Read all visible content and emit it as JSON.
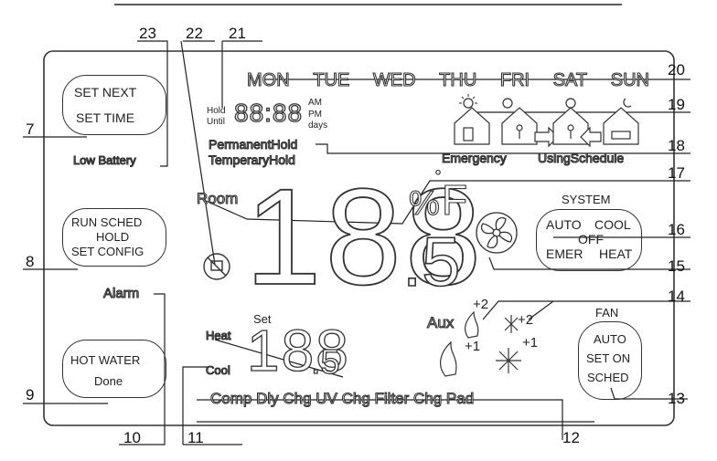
{
  "callouts": [
    "23",
    "22",
    "21",
    "20",
    "19",
    "18",
    "17",
    "16",
    "15",
    "14",
    "13",
    "12",
    "11",
    "10",
    "9",
    "8",
    "7"
  ],
  "days": [
    "MON",
    "TUE",
    "WED",
    "THU",
    "FRI",
    "SAT",
    "SUN"
  ],
  "buttons": {
    "set_next": {
      "line1": "SET  NEXT",
      "line2": "SET TIME"
    },
    "run_sched": {
      "line1": "RUN SCHED",
      "line2": "HOLD",
      "line3": "SET CONFIG"
    },
    "hot_water": {
      "line1": "HOT WATER",
      "line2": "Done"
    },
    "system": {
      "title": "SYSTEM",
      "auto": "AUTO",
      "cool": "COOL",
      "off": "OFF",
      "emer": "EMER",
      "heat": "HEAT"
    },
    "fan": {
      "title": "FAN",
      "auto": "AUTO",
      "on": "SET ON",
      "sched": "SCHED"
    }
  },
  "clock": {
    "hold": "Hold",
    "until": "Until",
    "digits": "88:88",
    "am": "AM",
    "pm": "PM",
    "days": "days"
  },
  "labels": {
    "low_battery": "Low Battery",
    "permanent_hold": "PermanentHold",
    "temporary_hold": "TemperaryHold",
    "emergency": "Emergency",
    "using_schedule": "UsingSchedule",
    "room": "Room",
    "alarm": "Alarm",
    "set": "Set",
    "heat": "Heat",
    "cool": "Cool",
    "aux": "Aux",
    "plus2_heat": "+2",
    "plus1_heat": "+1",
    "plus2_cool": "+2",
    "plus1_cool": "+1",
    "status_bar": "Comp Dly  Chg UV  Chg Filter Chg Pad"
  },
  "display": {
    "room_digits": "188",
    "room_decimal": ".5",
    "percent": "%",
    "degree": "°",
    "fahrenheit": "F",
    "set_digits": "188",
    "set_decimal": ".5"
  }
}
